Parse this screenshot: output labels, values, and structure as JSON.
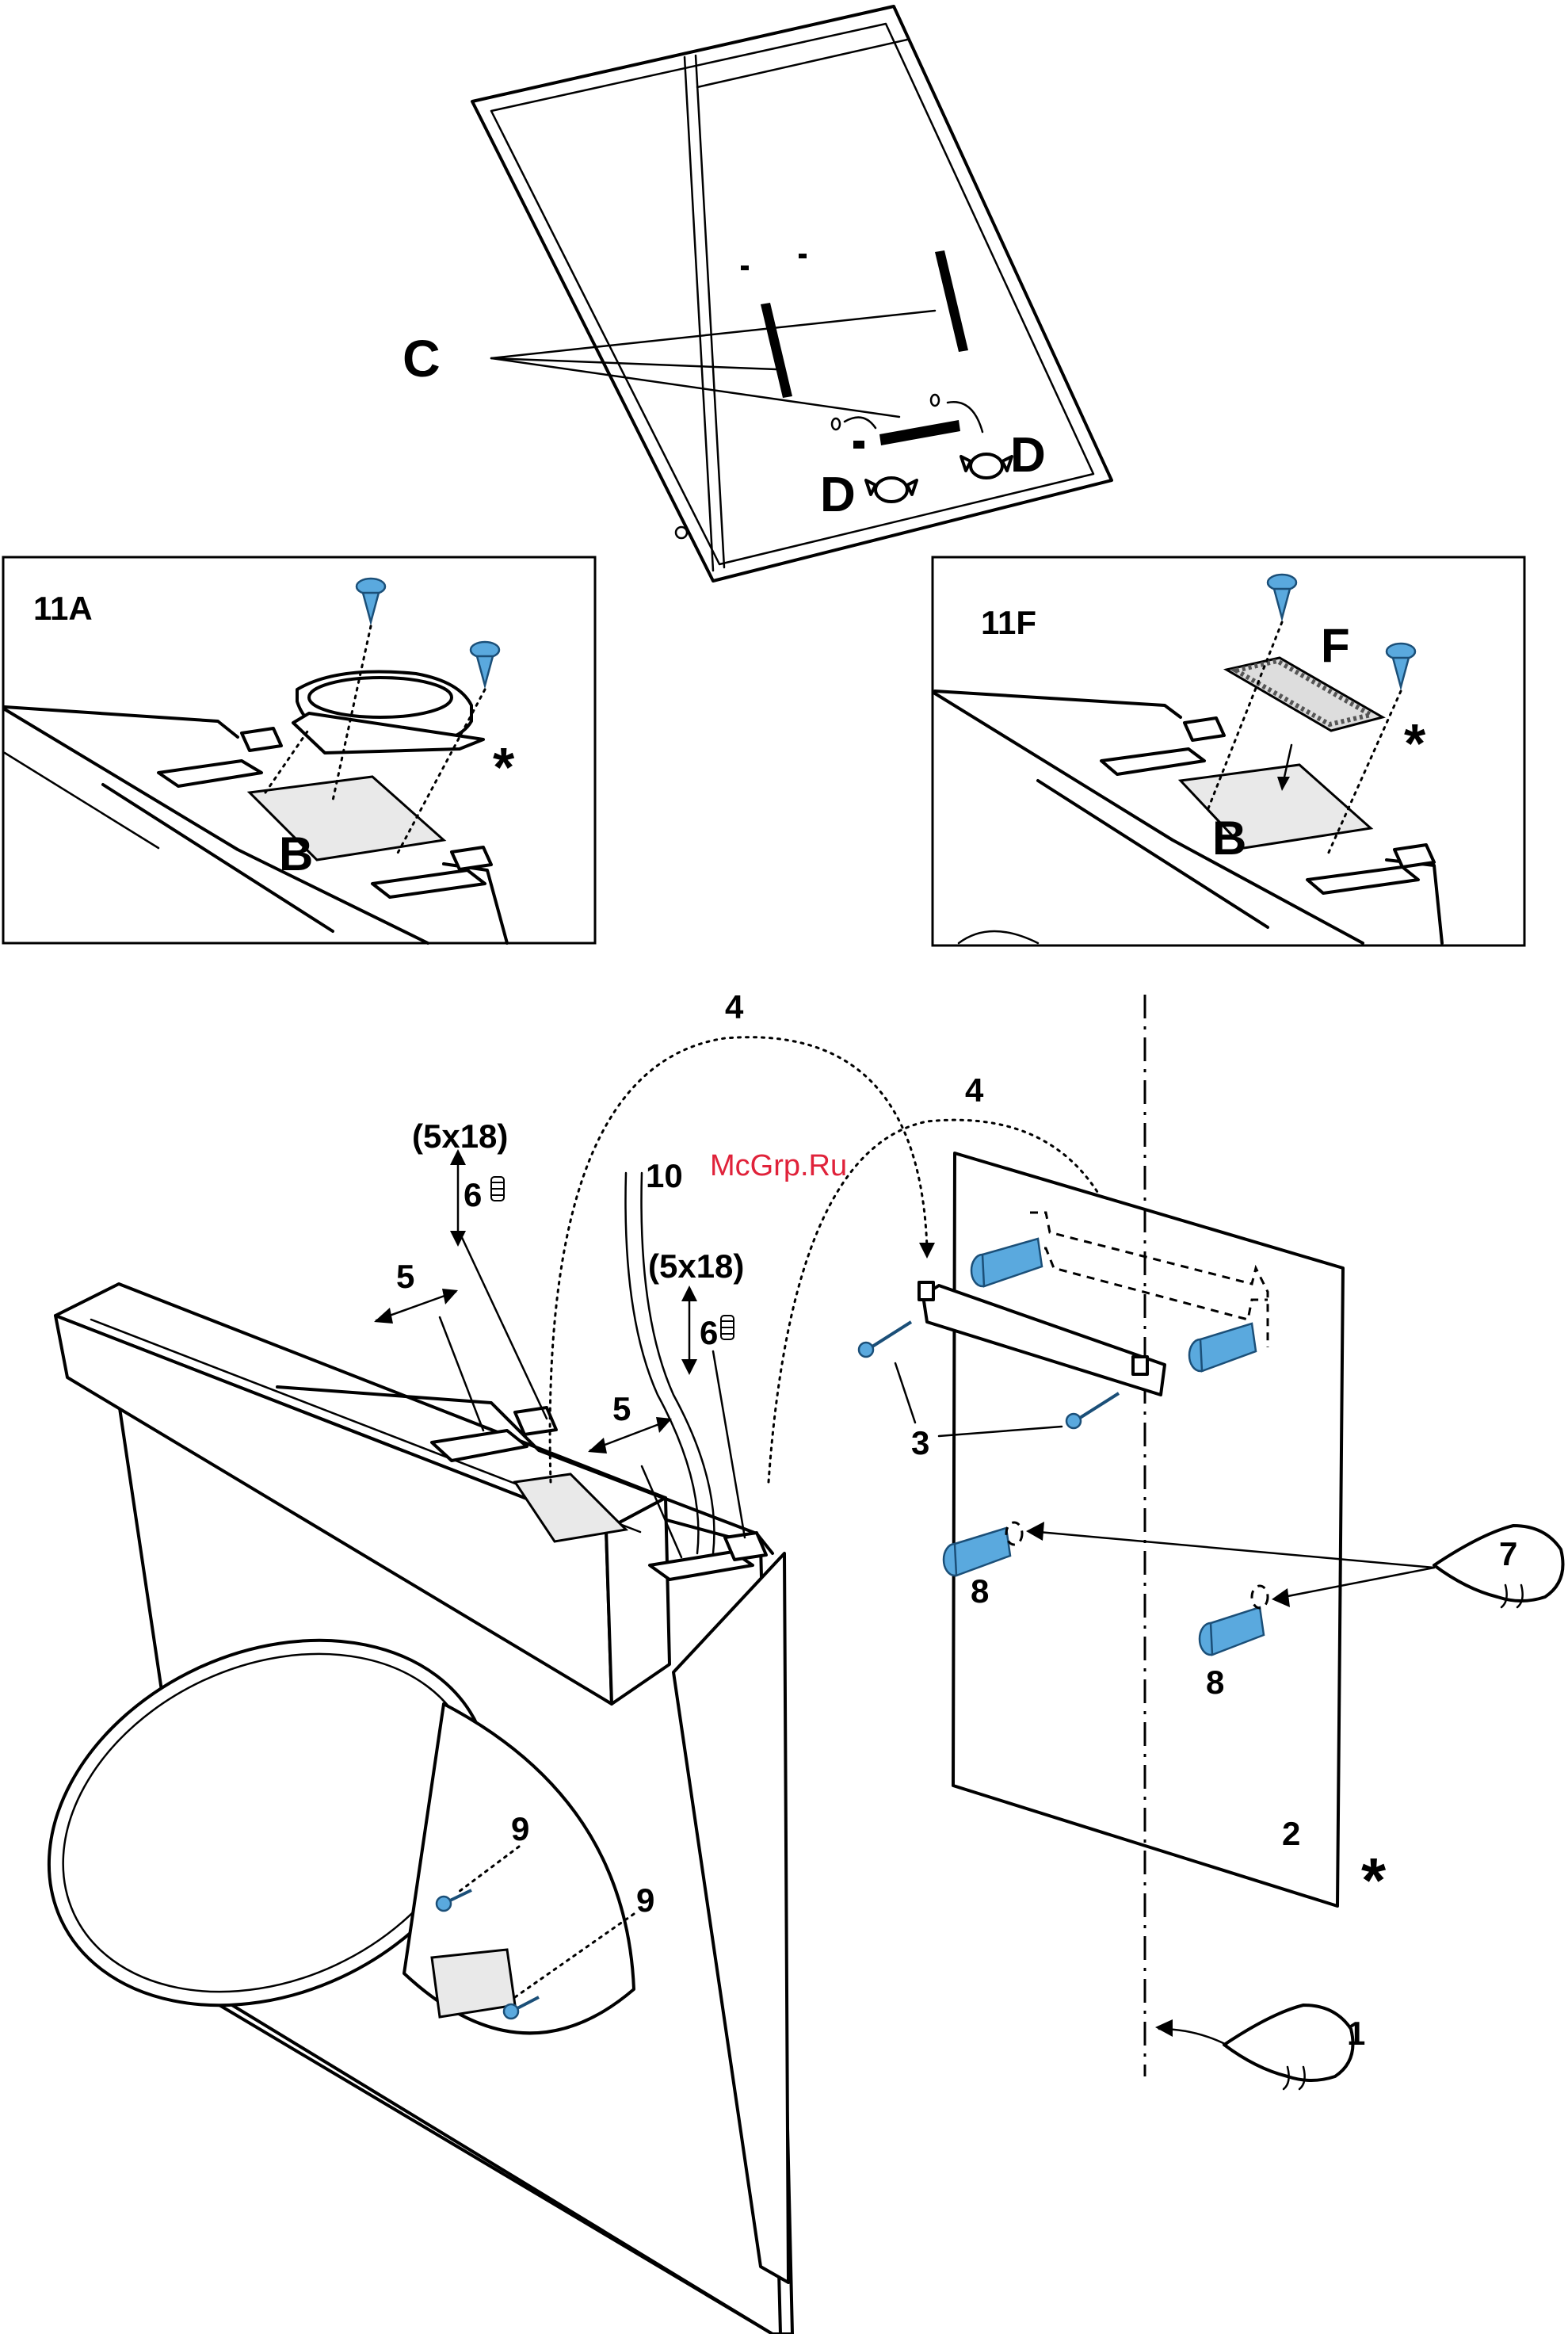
{
  "watermark": "McGrp.Ru",
  "top_labels": {
    "c": "C",
    "d_left": "D",
    "d_right": "D"
  },
  "panel_11a": {
    "title": "11A",
    "b": "B",
    "asterisk": "*"
  },
  "panel_11f": {
    "title": "11F",
    "f": "F",
    "b": "B",
    "asterisk": "*"
  },
  "main_labels": {
    "screw_size_left": "(5x18)",
    "screw_size_right": "(5x18)",
    "six_left": "6",
    "six_right": "6",
    "ten": "10",
    "four_top": "4",
    "four_second": "4",
    "five_left": "5",
    "five_right": "5",
    "three": "3",
    "eight_upper": "8",
    "eight_lower": "8",
    "seven": "7",
    "nine_upper": "9",
    "nine_lower": "9",
    "two": "2",
    "one": "1",
    "asterisk": "*"
  },
  "colors": {
    "screw_blue": "#5aa9de",
    "watermark": "#e0223a"
  }
}
